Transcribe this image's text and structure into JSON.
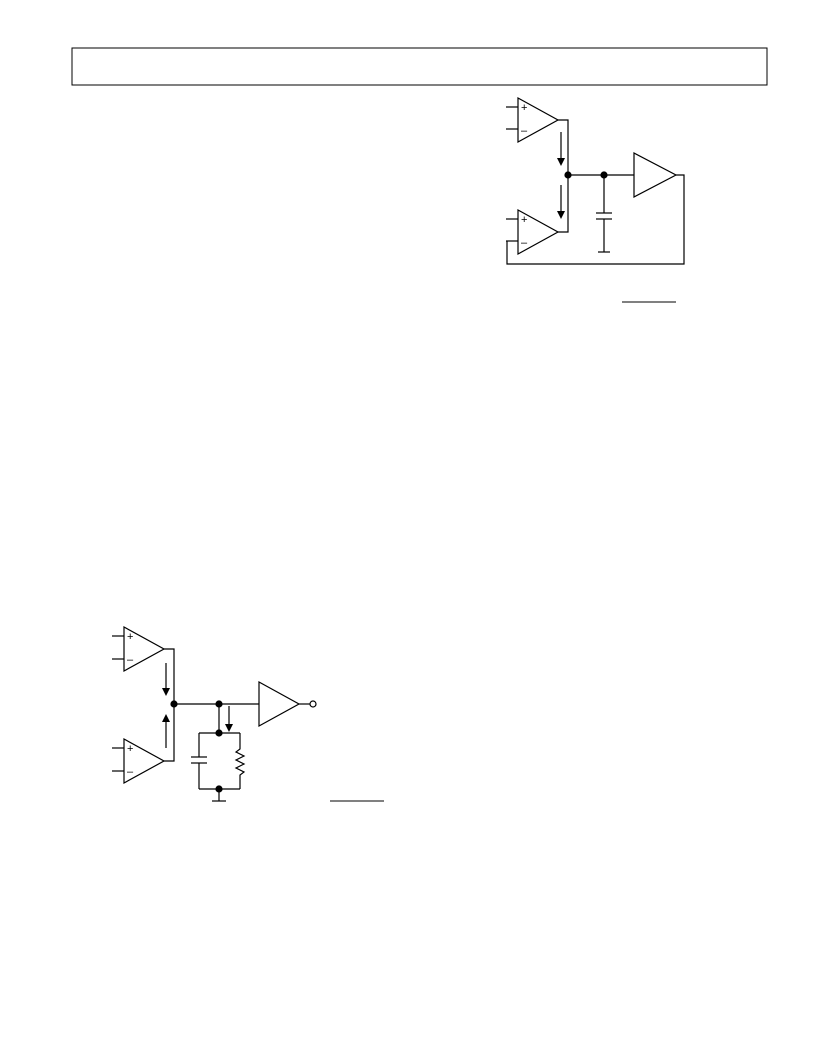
{
  "page": {
    "background_color": "#ffffff",
    "line_color": "#000000"
  },
  "header": {
    "title": ""
  },
  "figure_top": {
    "name": "",
    "opamps": [
      {
        "plus": "+",
        "minus": "–"
      },
      {
        "plus": "+",
        "minus": "–"
      }
    ],
    "components": [
      "comparator-top",
      "comparator-bottom",
      "capacitor",
      "buffer-amplifier"
    ],
    "current_arrows": [
      "down",
      "down"
    ],
    "caption_visible": false
  },
  "figure_bottom": {
    "name": "",
    "opamps": [
      {
        "plus": "+",
        "minus": "–"
      },
      {
        "plus": "+",
        "minus": "–"
      }
    ],
    "components": [
      "comparator-top",
      "comparator-bottom",
      "capacitor",
      "resistor",
      "ground",
      "buffer-amplifier",
      "output-terminal"
    ],
    "current_arrows": [
      "down",
      "up",
      "down"
    ],
    "caption_visible": false
  }
}
